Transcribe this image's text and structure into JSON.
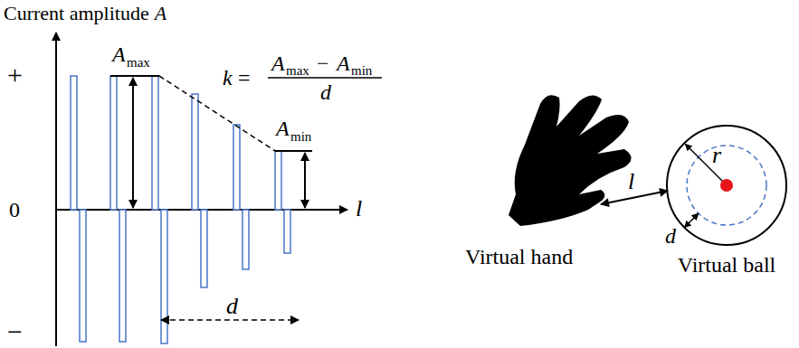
{
  "diagram": {
    "nodes": [
      {
        "text": [
          "r",
          "d",
          "Virtual ball"
        ]
      }
    ],
    "labels": [
      "Current amplitude",
      "A",
      "+",
      "0",
      "−",
      "A",
      "max",
      "k",
      "=",
      "A",
      "max",
      "−",
      "A",
      "min",
      "d",
      "A",
      "min",
      "l",
      "d",
      "Virtual hand",
      "l"
    ]
  }
}
